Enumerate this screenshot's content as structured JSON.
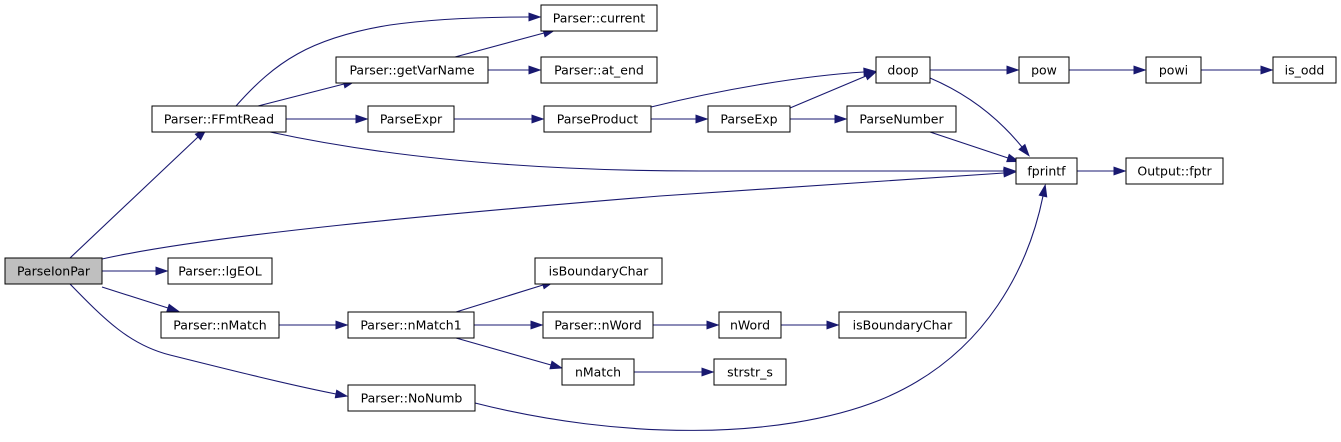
{
  "graph": {
    "root": "ParseIonPar",
    "colors": {
      "edge": "#191970",
      "root_fill": "#bfbfbf",
      "node_fill": "#ffffff",
      "node_border": "#000000"
    },
    "nodes": [
      {
        "id": "parseionpar",
        "label": "ParseIonPar"
      },
      {
        "id": "ffmtread",
        "label": "Parser::FFmtRead"
      },
      {
        "id": "lgeol",
        "label": "Parser::lgEOL"
      },
      {
        "id": "nmatch_parser",
        "label": "Parser::nMatch"
      },
      {
        "id": "nonumb",
        "label": "Parser::NoNumb"
      },
      {
        "id": "current",
        "label": "Parser::current"
      },
      {
        "id": "getvarname",
        "label": "Parser::getVarName"
      },
      {
        "id": "at_end",
        "label": "Parser::at_end"
      },
      {
        "id": "parseexpr",
        "label": "ParseExpr"
      },
      {
        "id": "parseproduct",
        "label": "ParseProduct"
      },
      {
        "id": "parseexp",
        "label": "ParseExp"
      },
      {
        "id": "parsenumber",
        "label": "ParseNumber"
      },
      {
        "id": "doop",
        "label": "doop"
      },
      {
        "id": "pow",
        "label": "pow"
      },
      {
        "id": "powi",
        "label": "powi"
      },
      {
        "id": "is_odd",
        "label": "is_odd"
      },
      {
        "id": "fprintf",
        "label": "fprintf"
      },
      {
        "id": "output_fptr",
        "label": "Output::fptr"
      },
      {
        "id": "isboundarychar1",
        "label": "isBoundaryChar"
      },
      {
        "id": "nmatch1",
        "label": "Parser::nMatch1"
      },
      {
        "id": "nword_parser",
        "label": "Parser::nWord"
      },
      {
        "id": "nword",
        "label": "nWord"
      },
      {
        "id": "isboundarychar2",
        "label": "isBoundaryChar"
      },
      {
        "id": "nmatch",
        "label": "nMatch"
      },
      {
        "id": "strstr_s",
        "label": "strstr_s"
      }
    ],
    "edges": [
      {
        "from": "parseionpar",
        "to": "ffmtread"
      },
      {
        "from": "parseionpar",
        "to": "fprintf"
      },
      {
        "from": "parseionpar",
        "to": "lgeol"
      },
      {
        "from": "parseionpar",
        "to": "nmatch_parser"
      },
      {
        "from": "parseionpar",
        "to": "nonumb"
      },
      {
        "from": "ffmtread",
        "to": "current"
      },
      {
        "from": "ffmtread",
        "to": "getvarname"
      },
      {
        "from": "ffmtread",
        "to": "parseexpr"
      },
      {
        "from": "ffmtread",
        "to": "fprintf"
      },
      {
        "from": "getvarname",
        "to": "current"
      },
      {
        "from": "getvarname",
        "to": "at_end"
      },
      {
        "from": "parseexpr",
        "to": "parseproduct"
      },
      {
        "from": "parseproduct",
        "to": "doop"
      },
      {
        "from": "parseproduct",
        "to": "parseexp"
      },
      {
        "from": "parseexp",
        "to": "doop"
      },
      {
        "from": "parseexp",
        "to": "parsenumber"
      },
      {
        "from": "parsenumber",
        "to": "fprintf"
      },
      {
        "from": "doop",
        "to": "pow"
      },
      {
        "from": "doop",
        "to": "fprintf"
      },
      {
        "from": "pow",
        "to": "powi"
      },
      {
        "from": "powi",
        "to": "is_odd"
      },
      {
        "from": "fprintf",
        "to": "output_fptr"
      },
      {
        "from": "nmatch_parser",
        "to": "nmatch1"
      },
      {
        "from": "nmatch1",
        "to": "isboundarychar1"
      },
      {
        "from": "nmatch1",
        "to": "nword_parser"
      },
      {
        "from": "nmatch1",
        "to": "nmatch"
      },
      {
        "from": "nword_parser",
        "to": "nword"
      },
      {
        "from": "nword",
        "to": "isboundarychar2"
      },
      {
        "from": "nmatch",
        "to": "strstr_s"
      },
      {
        "from": "nonumb",
        "to": "fprintf"
      }
    ]
  }
}
